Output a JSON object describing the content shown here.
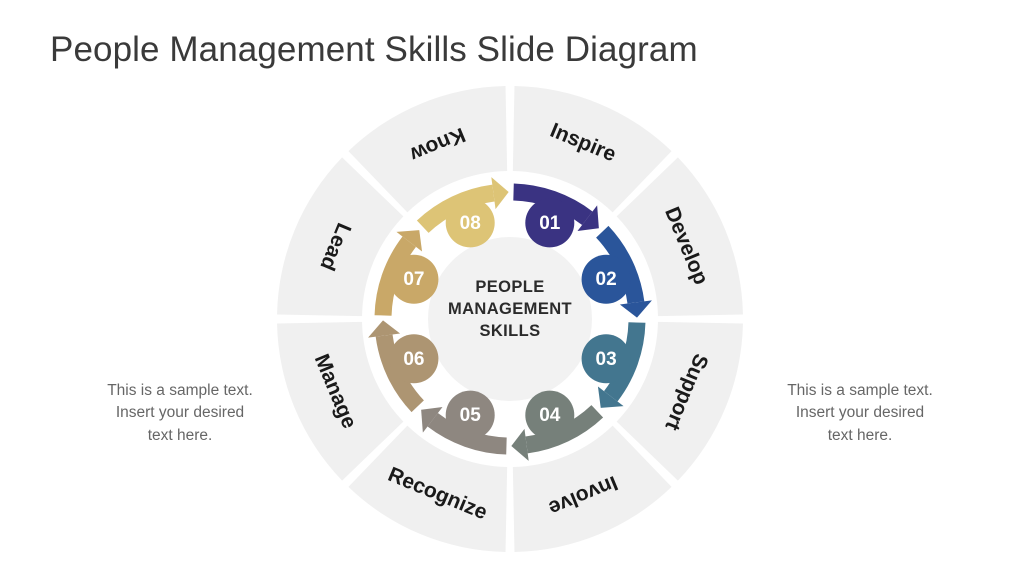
{
  "slide": {
    "title": "People Management Skills Slide Diagram",
    "background_color": "#FFFFFF",
    "title_color": "#3A3A3A"
  },
  "side_notes": {
    "left": {
      "line1": "This is a sample text.",
      "line2": "Insert your desired",
      "line3": "text here."
    },
    "right": {
      "line1": "This is a sample text.",
      "line2": "Insert your desired",
      "line3": "text here."
    }
  },
  "diagram": {
    "center_label": {
      "line1": "PEOPLE",
      "line2": "MANAGEMENT",
      "line3": "SKILLS"
    },
    "wedge_fill": "#F0F0F0",
    "inner_disc_fill": "#F2F2F2",
    "gap_color": "#FFFFFF",
    "segments": [
      {
        "number": "01",
        "label": "Inspire",
        "color": "#3A3382"
      },
      {
        "number": "02",
        "label": "Develop",
        "color": "#2A559A"
      },
      {
        "number": "03",
        "label": "Support",
        "color": "#43768F"
      },
      {
        "number": "04",
        "label": "Involve",
        "color": "#76807A"
      },
      {
        "number": "05",
        "label": "Recognize",
        "color": "#8E8780"
      },
      {
        "number": "06",
        "label": "Manage",
        "color": "#AD9572"
      },
      {
        "number": "07",
        "label": "Lead",
        "color": "#C9A868"
      },
      {
        "number": "08",
        "label": "Know",
        "color": "#DDC476"
      }
    ]
  },
  "chart_data": {
    "type": "pie",
    "title": "People Management Skills Slide Diagram",
    "subtitle": "PEOPLE MANAGEMENT SKILLS",
    "legend_position": "on-segments",
    "grid": false,
    "categories": [
      "Inspire",
      "Develop",
      "Support",
      "Involve",
      "Recognize",
      "Manage",
      "Lead",
      "Know"
    ],
    "values": [
      12.5,
      12.5,
      12.5,
      12.5,
      12.5,
      12.5,
      12.5,
      12.5
    ],
    "labels": [
      "01",
      "02",
      "03",
      "04",
      "05",
      "06",
      "07",
      "08"
    ],
    "colors": [
      "#3A3382",
      "#2A559A",
      "#43768F",
      "#76807A",
      "#8E8780",
      "#AD9572",
      "#C9A868",
      "#DDC476"
    ],
    "xlabel": "",
    "ylabel": ""
  }
}
